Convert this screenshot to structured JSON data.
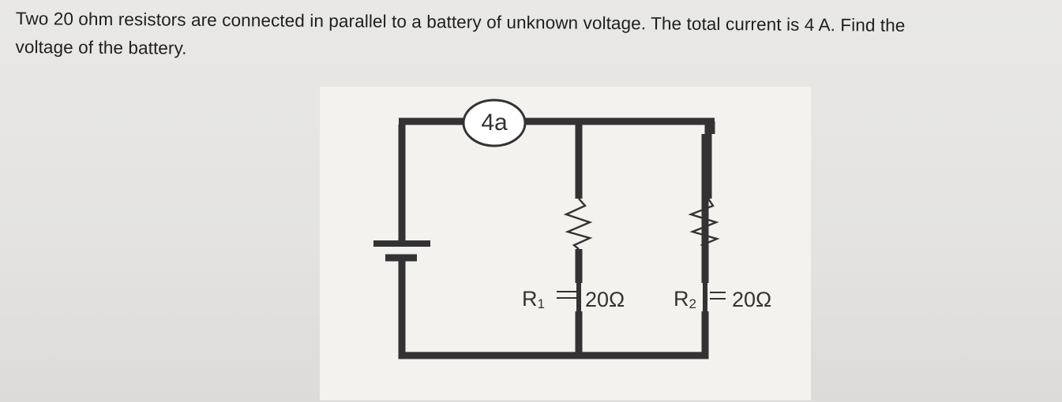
{
  "question": {
    "line1": "Two 20 ohm resistors are connected in parallel to a battery of unknown voltage. The total current is 4 A.  Find the",
    "line2": "voltage of the battery."
  },
  "circuit": {
    "ammeter_label": "4a",
    "r1_name": "R",
    "r1_sub": "1",
    "r1_value": "20Ω",
    "r2_name": "R",
    "r2_sub": "2",
    "r2_value": "20Ω"
  },
  "colors": {
    "ink": "#333333",
    "text": "#1f1f1f",
    "panel": "#f3f2ef"
  }
}
